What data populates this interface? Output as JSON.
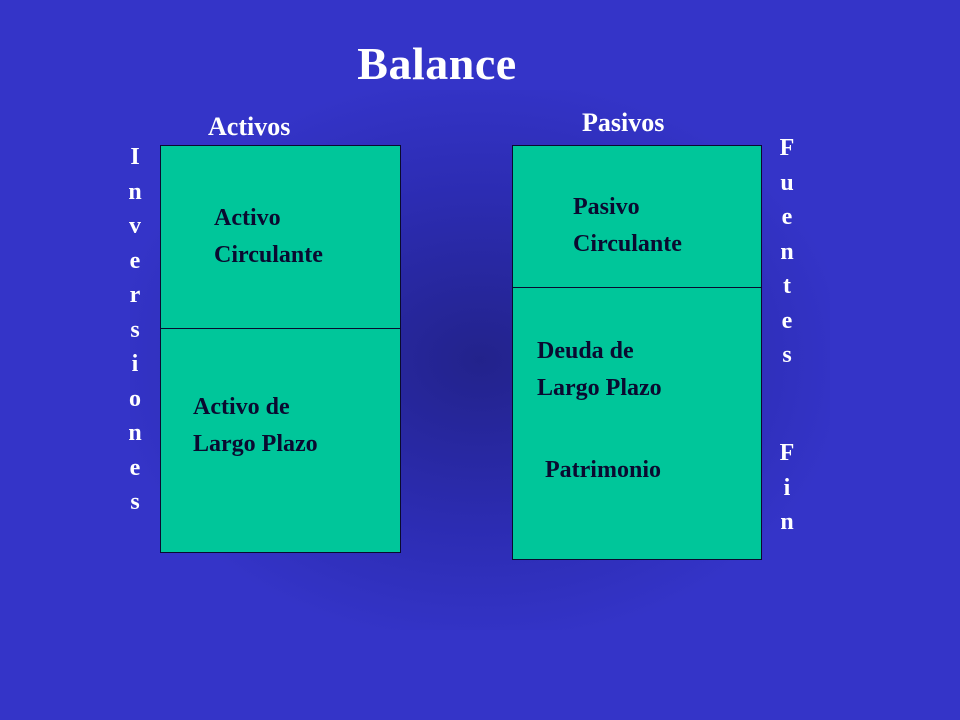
{
  "title": "Balance",
  "activos": {
    "heading": "Activos",
    "side_label": [
      "I",
      "n",
      "v",
      "e",
      "r",
      "s",
      "i",
      "o",
      "n",
      "e",
      "s"
    ],
    "top_label": "Activo\nCirculante",
    "bottom_label": "Activo de\nLargo Plazo"
  },
  "pasivos": {
    "heading": "Pasivos",
    "side_label_1": [
      "F",
      "u",
      "e",
      "n",
      "t",
      "e",
      "s"
    ],
    "side_label_2": [
      "F",
      "i",
      "n"
    ],
    "top_label": "Pasivo\nCirculante",
    "middle_label": "Deuda de\nLargo Plazo",
    "bottom_label": "Patrimonio"
  },
  "colors": {
    "background": "#3434c8",
    "box_fill": "#00c69a",
    "box_text": "#0a0a30",
    "heading_text": "#ffffff"
  }
}
